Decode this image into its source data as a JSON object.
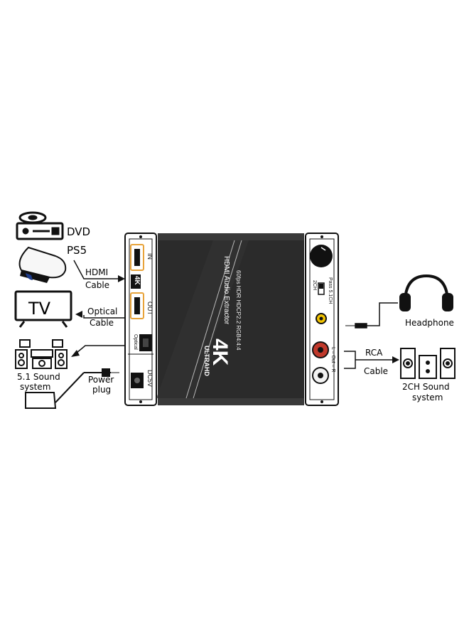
{
  "colors": {
    "line": "#111111",
    "device_body": "#2b2b2b",
    "device_top": "#3a3a3a",
    "panel": "#ffffff",
    "hdmi_accent": "#e8a33a",
    "rca_red": "#c0392b",
    "rca_white": "#f2f2f2",
    "headphone_jack": "#f2c300"
  },
  "sources": {
    "dvd": "DVD",
    "ps5": "PS5"
  },
  "cables": {
    "hdmi": [
      "HDMI",
      "Cable"
    ],
    "optical": [
      "Optical",
      "Cable"
    ],
    "power": [
      "Power",
      "plug"
    ],
    "rca": [
      "RCA",
      "Cable"
    ]
  },
  "sinks": {
    "tv": "TV",
    "sound51": [
      "5.1 Sound",
      "system"
    ],
    "headphone": "Headphone",
    "sound2ch": [
      "2CH Sound",
      "system"
    ]
  },
  "device": {
    "logo_4k": "4K",
    "logo_ultrahd": "ULTRAHD",
    "title": "HDMI Audio Extractor",
    "spec": "60fps HDR HDCP2.2 RGB4:4:4",
    "left_panel": {
      "port_in": "IN",
      "port_out": "OUT",
      "optical": "Optical",
      "dc": "DC5V",
      "badge": "4K"
    },
    "right_panel": {
      "switch_top": "2CH",
      "switch_bottom": "Pass  5.1CH",
      "out": "L – Out – R"
    }
  }
}
